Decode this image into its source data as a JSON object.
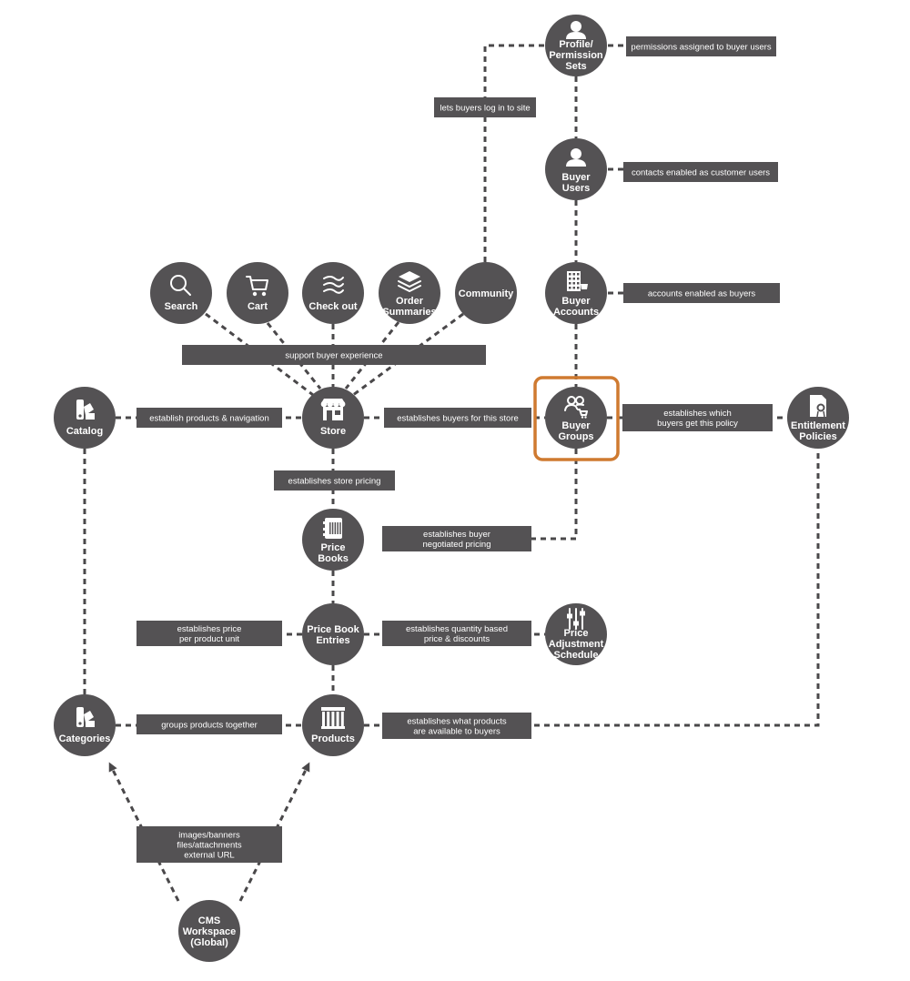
{
  "nodes": [
    {
      "id": "profile",
      "lines": [
        "Profile/",
        "Permission",
        "Sets"
      ],
      "icon": "user-icon"
    },
    {
      "id": "buyer-users",
      "lines": [
        "Buyer",
        "Users"
      ],
      "icon": "user-icon"
    },
    {
      "id": "buyer-accounts",
      "lines": [
        "Buyer",
        "Accounts"
      ],
      "icon": "building-icon"
    },
    {
      "id": "search",
      "lines": [
        "Search"
      ],
      "icon": "search-icon"
    },
    {
      "id": "cart",
      "lines": [
        "Cart"
      ],
      "icon": "cart-icon"
    },
    {
      "id": "checkout",
      "lines": [
        "Check out"
      ],
      "icon": "checkout-icon"
    },
    {
      "id": "order-summaries",
      "lines": [
        "Order",
        "Summaries"
      ],
      "icon": "layers-icon"
    },
    {
      "id": "community",
      "lines": [
        "Community"
      ],
      "icon": ""
    },
    {
      "id": "catalog",
      "lines": [
        "Catalog"
      ],
      "icon": "swatch-icon"
    },
    {
      "id": "store",
      "lines": [
        "Store"
      ],
      "icon": "store-icon"
    },
    {
      "id": "buyer-groups",
      "lines": [
        "Buyer",
        "Groups"
      ],
      "icon": "group-cart-icon"
    },
    {
      "id": "entitlement",
      "lines": [
        "Entitlement",
        "Policies"
      ],
      "icon": "certificate-icon"
    },
    {
      "id": "price-books",
      "lines": [
        "Price",
        "Books"
      ],
      "icon": "pricebook-icon"
    },
    {
      "id": "pbe",
      "lines": [
        "Price Book",
        "Entries"
      ],
      "icon": ""
    },
    {
      "id": "pas",
      "lines": [
        "Price",
        "Adjustment",
        "Schedule"
      ],
      "icon": "sliders-icon"
    },
    {
      "id": "categories",
      "lines": [
        "Categories"
      ],
      "icon": "swatch-icon"
    },
    {
      "id": "products",
      "lines": [
        "Products"
      ],
      "icon": "products-icon"
    },
    {
      "id": "cms",
      "lines": [
        "CMS",
        "Workspace",
        "(Global)"
      ],
      "icon": ""
    }
  ],
  "labels": [
    {
      "id": "perm-assigned",
      "lines": [
        "permissions assigned to buyer users"
      ]
    },
    {
      "id": "buyers-login",
      "lines": [
        "lets buyers log in to site"
      ]
    },
    {
      "id": "contacts-enabled",
      "lines": [
        "contacts enabled as customer users"
      ]
    },
    {
      "id": "accounts-enabled",
      "lines": [
        "accounts enabled as buyers"
      ]
    },
    {
      "id": "support-buyer",
      "lines": [
        "support buyer experience"
      ]
    },
    {
      "id": "establish-products-nav",
      "lines": [
        "establish products & navigation"
      ]
    },
    {
      "id": "establishes-buyers",
      "lines": [
        "establishes buyers for this store"
      ]
    },
    {
      "id": "which-buyers",
      "lines": [
        "establishes which",
        "buyers get this policy"
      ]
    },
    {
      "id": "store-pricing",
      "lines": [
        "establishes store pricing"
      ]
    },
    {
      "id": "negotiated-pricing",
      "lines": [
        "establishes buyer",
        "negotiated pricing"
      ]
    },
    {
      "id": "price-per-unit",
      "lines": [
        "establishes price",
        "per product unit"
      ]
    },
    {
      "id": "quantity-based",
      "lines": [
        "establishes quantity based",
        "price & discounts"
      ]
    },
    {
      "id": "groups-products",
      "lines": [
        "groups products together"
      ]
    },
    {
      "id": "products-available",
      "lines": [
        "establishes what products",
        "are available to buyers"
      ]
    },
    {
      "id": "cms-content",
      "lines": [
        "images/banners",
        "files/attachments",
        "external URL"
      ]
    }
  ],
  "colors": {
    "node": "#545254",
    "line": "#4a484a",
    "highlight": "#cf7a30",
    "text": "#ffffff"
  }
}
